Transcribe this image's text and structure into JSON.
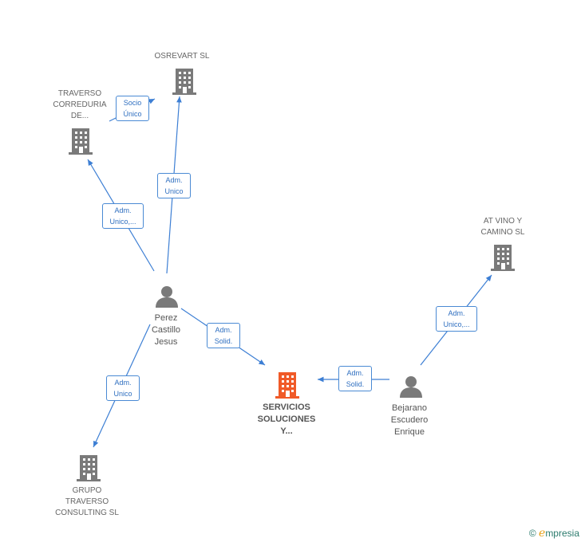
{
  "nodes": [
    {
      "id": "osrevart",
      "type": "company",
      "lines": [
        "OSREVART  SL"
      ]
    },
    {
      "id": "traverso-correduria",
      "type": "company",
      "lines": [
        "TRAVERSO",
        "CORREDURIA",
        "DE..."
      ]
    },
    {
      "id": "at-vino",
      "type": "company",
      "lines": [
        "AT VINO Y",
        "CAMINO  SL"
      ]
    },
    {
      "id": "perez",
      "type": "person",
      "lines": [
        "Perez",
        "Castillo",
        "Jesus"
      ]
    },
    {
      "id": "servicios",
      "type": "company-main",
      "lines": [
        "SERVICIOS",
        "SOLUCIONES",
        "Y..."
      ]
    },
    {
      "id": "bejarano",
      "type": "person",
      "lines": [
        "Bejarano",
        "Escudero",
        "Enrique"
      ]
    },
    {
      "id": "grupo-traverso",
      "type": "company",
      "lines": [
        "GRUPO",
        "TRAVERSO",
        "CONSULTING SL"
      ]
    }
  ],
  "edges": [
    {
      "id": "traverso-osrevart",
      "from": "traverso-correduria",
      "to": "osrevart",
      "lines": [
        "Socio",
        "Único"
      ]
    },
    {
      "id": "perez-osrevart",
      "from": "perez",
      "to": "osrevart",
      "lines": [
        "Adm.",
        "Unico"
      ]
    },
    {
      "id": "perez-traverso",
      "from": "perez",
      "to": "traverso-correduria",
      "lines": [
        "Adm.",
        "Unico,..."
      ]
    },
    {
      "id": "perez-servicios",
      "from": "perez",
      "to": "servicios",
      "lines": [
        "Adm.",
        "Solid."
      ]
    },
    {
      "id": "perez-grupo",
      "from": "perez",
      "to": "grupo-traverso",
      "lines": [
        "Adm.",
        "Unico"
      ]
    },
    {
      "id": "bejarano-servicios",
      "from": "bejarano",
      "to": "servicios",
      "lines": [
        "Adm.",
        "Solid."
      ]
    },
    {
      "id": "bejarano-atvino",
      "from": "bejarano",
      "to": "at-vino",
      "lines": [
        "Adm.",
        "Unico,..."
      ]
    }
  ],
  "colors": {
    "edge": "#3d7fd4",
    "company": "#7a7a7a",
    "main_company": "#f05a28",
    "person": "#7a7a7a",
    "label_text": "#2f6fc0"
  },
  "footer": {
    "copyright": "©",
    "brand_initial": "e",
    "brand_rest": "mpresia"
  }
}
